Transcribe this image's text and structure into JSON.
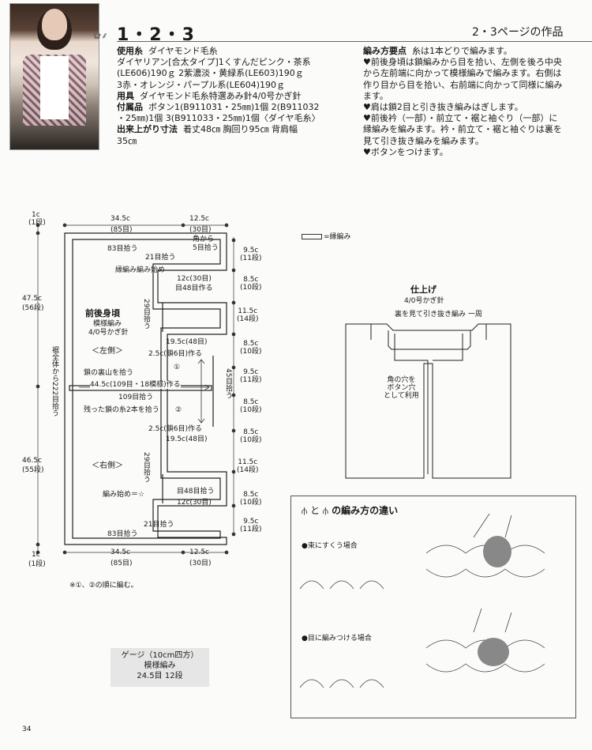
{
  "header": {
    "title": "1・2・3",
    "subtitle": "2・3ページの作品"
  },
  "materials": {
    "yarn_label": "使用糸",
    "yarn_value": "ダイヤモンド毛糸",
    "yarn_line1": "ダイヤリアン[合太タイプ]1くすんだピンク・茶系",
    "yarn_line2": "(LE606)190ｇ 2紫濃淡・黄緑系(LE603)190ｇ",
    "yarn_line3": "3赤・オレンジ・パープル系(LE604)190ｇ",
    "tools_label": "用具",
    "tools_value": "ダイヤモンド毛糸特選あみ針4/0号かぎ針",
    "notions_label": "付属品",
    "notions_line1": "ボタン1(B911031・25㎜)1個 2(B911032",
    "notions_line2": "・25㎜)1個 3(B911033・25㎜)1個〈ダイヤ毛糸〉",
    "size_label": "出来上がり寸法",
    "size_line1": "着丈48㎝ 胸回り95㎝ 背肩幅",
    "size_line2": "35㎝"
  },
  "method": {
    "title": "編み方要点",
    "title_note": "糸は1本どりで編みます。",
    "lines": [
      "♥前後身頃は鎖編みから目を拾い、左側を後ろ中央",
      "から左前端に向かって模様編みで編みます。右側は",
      "作り目から目を拾い、右前端に向かって同様に編み",
      "ます。",
      "♥肩は鎖2目と引き抜き編みはぎします。",
      "♥前後衿（一部）・前立て・裾と袖ぐり（一部）に",
      "縁編みを編みます。衿・前立て・裾と袖ぐりは裏を",
      "見て引き抜き編みを編みます。",
      "♥ボタンをつけます。"
    ]
  },
  "diagram": {
    "legend": "=縁編み",
    "top_1c": "1c",
    "top_1row": "(1段)",
    "top_345": "34.5c",
    "top_85": "(85目)",
    "top_125": "12.5c",
    "top_30": "(30目)",
    "kado_line1": "角から",
    "kado_line2": "5目拾う",
    "pick83_top": "83目拾う",
    "pick21_top": "21目拾う",
    "edge_start": "縁編み編み始め",
    "c12_30_top": "12c(30目)",
    "pick48_top": "目48目作る",
    "body_title": "前後身頃",
    "pattern": "模様編み",
    "hook": "4/0号かぎ針",
    "left_side": "＜左側＞",
    "right_side": "＜右側＞",
    "pick29_top": "29目拾う",
    "c195_48_top": "19.5c(48目)",
    "c25_6_top": "2.5c(鎖6目)作る",
    "chain_back": "鎖の裏山を拾う",
    "row_44": "44.5c(109目・18模様)作る",
    "pick109": "109目拾う",
    "remaining": "残った鎖の糸2本を拾う",
    "c25_6_bot": "2.5c(鎖6目)作る",
    "c195_48_bot": "19.5c(48目)",
    "pick29_bot": "29目拾う",
    "pick48_bot": "目48目拾う",
    "start_bot": "編み始め＝☆",
    "c12_30_bot": "12c(30目)",
    "pick21_bot": "21目拾う",
    "pick83_bot": "83目拾う",
    "bot_1c": "1c",
    "bot_1row": "(1段)",
    "bot_345": "34.5c",
    "bot_85": "(85目)",
    "bot_125": "12.5c",
    "bot_30": "(30目)",
    "left_475": "47.5c",
    "left_56": "(56段)",
    "left_465": "46.5c",
    "left_55": "(55段)",
    "left_vertical": "裾全体から222目拾う",
    "right_45": "45目拾う",
    "right_dims": [
      {
        "c": "9.5c",
        "r": "(11段)"
      },
      {
        "c": "8.5c",
        "r": "(10段)"
      },
      {
        "c": "11.5c",
        "r": "(14段)"
      },
      {
        "c": "8.5c",
        "r": "(10段)"
      },
      {
        "c": "9.5c",
        "r": "(11段)"
      },
      {
        "c": "8.5c",
        "r": "(10段)"
      },
      {
        "c": "8.5c",
        "r": "(10段)"
      },
      {
        "c": "11.5c",
        "r": "(14段)"
      },
      {
        "c": "8.5c",
        "r": "(10段)"
      },
      {
        "c": "9.5c",
        "r": "(11段)"
      }
    ],
    "circle1": "①",
    "circle2": "②",
    "note": "※①、②の順に編む。"
  },
  "finishing": {
    "title": "仕上げ",
    "hook": "4/0号かぎ針",
    "edge_note": "裏を見て引き抜き編み 一周",
    "button_line1": "角の穴を",
    "button_line2": "ボタン穴",
    "button_line3": "として利用"
  },
  "gauge": {
    "line1": "ゲージ（10cm四方）",
    "line2": "模様編み",
    "line3": "24.5目 12段"
  },
  "stitch_box": {
    "title": "の編み方の違い",
    "case1": "●束にすくう場合",
    "case2": "●目に編みつける場合"
  },
  "page_number": "34"
}
